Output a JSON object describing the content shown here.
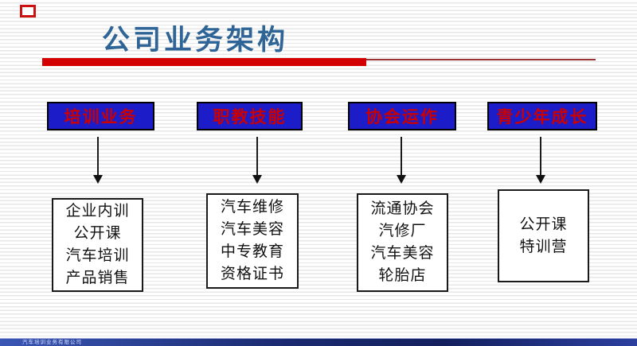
{
  "slide_title": "公司业务架构",
  "columns": [
    {
      "header": "培训业务",
      "items": [
        "企业内训",
        "公开课",
        "汽车培训",
        "产品销售"
      ]
    },
    {
      "header": "职教技能",
      "items": [
        "汽车维修",
        "汽车美容",
        "中专教育",
        "资格证书"
      ]
    },
    {
      "header": "协会运作",
      "items": [
        "流通协会",
        "汽修厂",
        "汽车美容",
        "轮胎店"
      ]
    },
    {
      "header": "青少年成长",
      "items": [
        "公开课",
        "特训营"
      ]
    }
  ],
  "footer": {
    "text": "汽车培训业务有限公司"
  },
  "colors": {
    "accent_red": "#d40000",
    "thin_rule_red": "#993333",
    "title_blue": "#2e6496",
    "header_fill_blue": "#1c1cc8",
    "header_text_red": "#cc0000",
    "footer_navy": "#1b2a70",
    "stripe_gray": "#e7e7e7"
  }
}
